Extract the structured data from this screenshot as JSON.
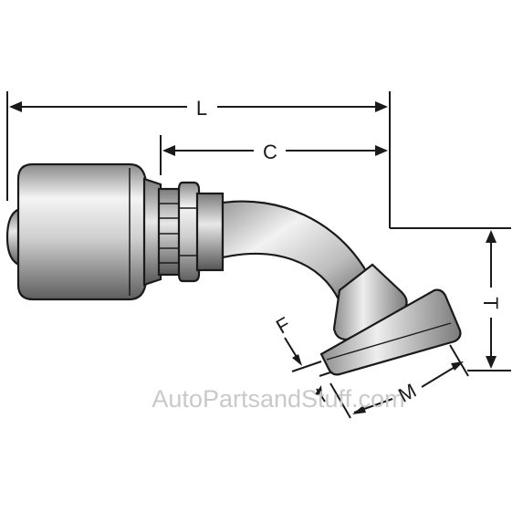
{
  "diagram": {
    "dimension_labels": {
      "length": "L",
      "center": "C",
      "height": "T",
      "flange_thickness": "F",
      "flange_width": "M"
    },
    "watermark": "AutoPartsandStuff.com",
    "colors": {
      "line": "#1a1a1a",
      "metal_dark": "#6f6f6f",
      "metal_mid": "#bdbdbd",
      "metal_light": "#f2f2f2",
      "watermark": "#c9c9c9"
    }
  }
}
